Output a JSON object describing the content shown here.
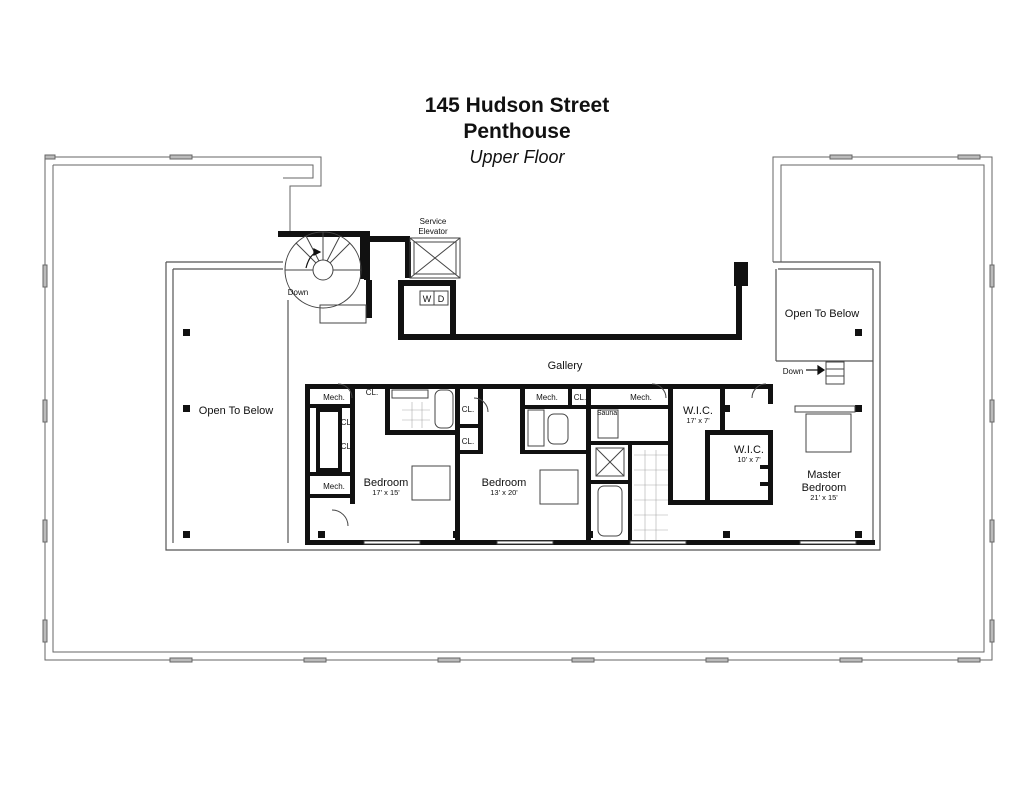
{
  "title": {
    "line1": "145 Hudson Street",
    "line2": "Penthouse",
    "floor": "Upper Floor"
  },
  "labels": {
    "service_elevator_1": "Service",
    "service_elevator_2": "Elevator",
    "washer": "W",
    "dryer": "D",
    "down_stair": "Down",
    "down_right": "Down",
    "open_left": "Open To Below",
    "open_right": "Open To Below",
    "gallery": "Gallery",
    "mech_1": "Mech.",
    "mech_2": "Mech.",
    "mech_3": "Mech.",
    "mech_4": "Mech.",
    "cl_1": "CL.",
    "cl_2": "CL.",
    "cl_3": "CL.",
    "cl_4": "CL.",
    "cl_5": "CL.",
    "cl_6": "CL.",
    "sauna": "Sauna",
    "bedroom1_name": "Bedroom",
    "bedroom1_dim": "17' x 15'",
    "bedroom2_name": "Bedroom",
    "bedroom2_dim": "13' x 20'",
    "wic1_name": "W.I.C.",
    "wic1_dim": "17' x 7'",
    "wic2_name": "W.I.C.",
    "wic2_dim": "10' x 7'",
    "master_name1": "Master",
    "master_name2": "Bedroom",
    "master_dim": "21' x 15'"
  }
}
